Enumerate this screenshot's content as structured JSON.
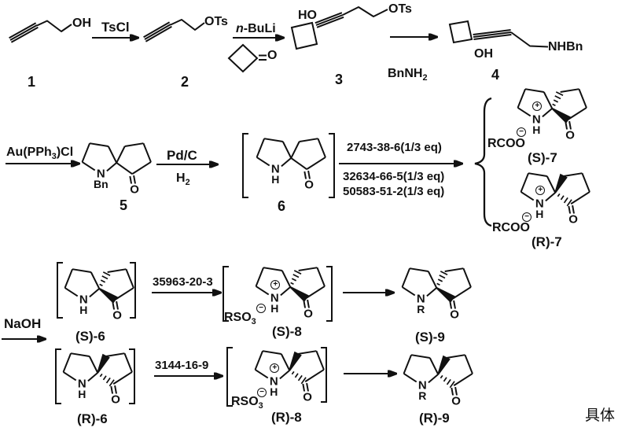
{
  "scheme": {
    "atoms": {
      "N": "N",
      "O": "O",
      "H": "H",
      "Bn": "Bn",
      "R": "R",
      "plus": "+",
      "minus": "−"
    },
    "compound_labels": {
      "c1": "1",
      "c2": "2",
      "c3": "3",
      "c4": "4",
      "c5": "5",
      "c6": "6",
      "s7": "(S)-7",
      "r7": "(R)-7",
      "s6": "(S)-6",
      "s8": "(S)-8",
      "s9": "(S)-9",
      "r6": "(R)-6",
      "r8": "(R)-8",
      "r9": "(R)-9"
    },
    "groups": {
      "oh1": "OH",
      "ots2": "OTs",
      "ho3": "HO",
      "ots3": "OTs",
      "oh4": "OH",
      "nhbn4": "NHBn",
      "ketone_o": "O"
    },
    "reagents": {
      "tscl": "TsCl",
      "nbuli_italic": "n",
      "nbuli_rest": "-BuLi",
      "bnnh2_main": "BnNH",
      "bnnh2_sub": "2",
      "au_main": "Au(PPh",
      "au_sub": "3",
      "au_rest": ")Cl",
      "pdc": "Pd/C",
      "h2_main": "H",
      "h2_sub": "2",
      "cas_row2_top": "2743-38-6(1/3 eq)",
      "cas_row2_mid": "32634-66-5(1/3 eq)",
      "cas_row2_bot": "50583-51-2(1/3 eq)",
      "naoh": "NaOH",
      "cas_row3": "35963-20-3",
      "cas_row4": "3144-16-9"
    },
    "counterions": {
      "rcoo": "RCOO",
      "rso_main": "RSO",
      "rso_sub": "3"
    },
    "footer_text": "具体"
  }
}
